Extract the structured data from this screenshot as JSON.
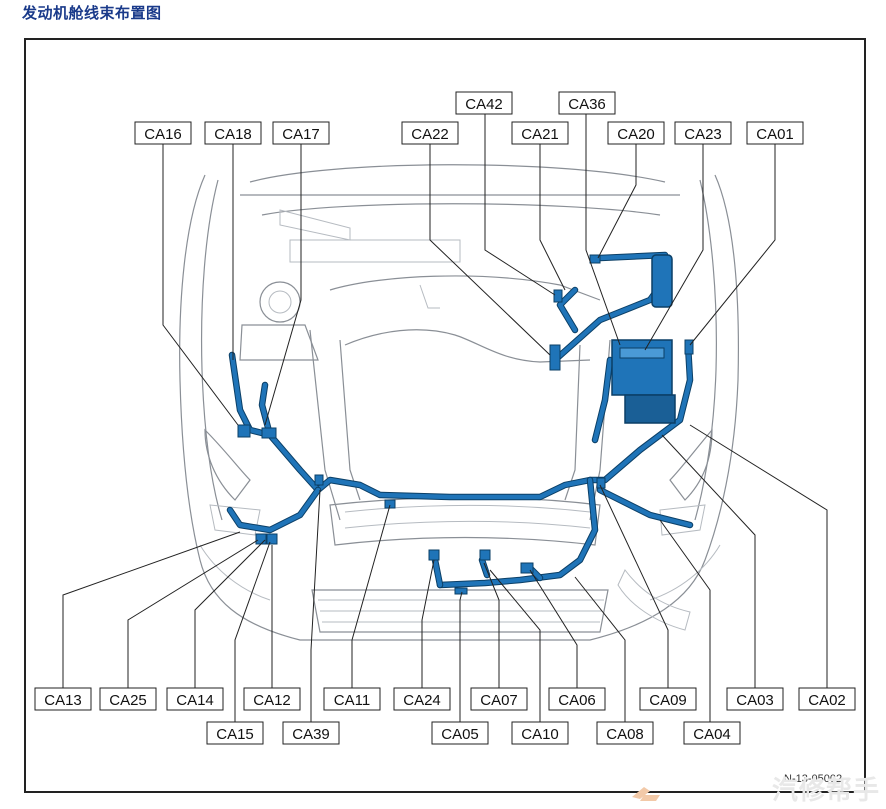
{
  "page": {
    "title": "发动机舱线束布置图"
  },
  "figure": {
    "code": "N-13-05002"
  },
  "watermark": {
    "text": "汽修帮手"
  },
  "colors": {
    "harness": "#1f74b8",
    "harness_edge": "#0b3f66",
    "outline": "#8a8f96",
    "title": "#1a3a8a"
  },
  "connectors": {
    "CA01": "CA01",
    "CA02": "CA02",
    "CA03": "CA03",
    "CA04": "CA04",
    "CA05": "CA05",
    "CA06": "CA06",
    "CA07": "CA07",
    "CA08": "CA08",
    "CA09": "CA09",
    "CA10": "CA10",
    "CA11": "CA11",
    "CA12": "CA12",
    "CA13": "CA13",
    "CA14": "CA14",
    "CA15": "CA15",
    "CA16": "CA16",
    "CA17": "CA17",
    "CA18": "CA18",
    "CA20": "CA20",
    "CA21": "CA21",
    "CA22": "CA22",
    "CA23": "CA23",
    "CA24": "CA24",
    "CA25": "CA25",
    "CA36": "CA36",
    "CA39": "CA39",
    "CA42": "CA42"
  }
}
